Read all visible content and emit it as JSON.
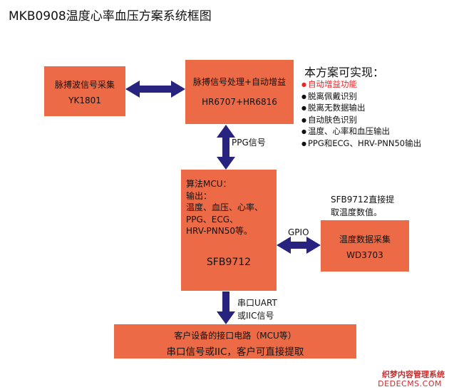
{
  "title": "MKB0908温度心率血压方案系统框图",
  "boxes": {
    "sensor": {
      "line1": "脉搏波信号采集",
      "line2": "YK1801"
    },
    "processing": {
      "line1": "脉搏信号处理+自动增益",
      "line2": "HR6707+HR6816"
    },
    "mcu": {
      "lines": [
        "算法MCU：",
        "输出：",
        "温度、血压、心率、",
        "PPG、ECG、",
        "HRV-PNN50等。"
      ],
      "chip": "SFB9712"
    },
    "temperature": {
      "line1": "温度数据采集",
      "line2": "WD3703"
    },
    "interface": {
      "line1": "客户设备的接口电路（MCU等）",
      "line2": "串口信号或IIC，客户可直接提取"
    }
  },
  "labels": {
    "ppg": "PPG信号",
    "gpio": "GPIO",
    "sfb_note_1": "SFB9712直接提",
    "sfb_note_2": "取温度数值。",
    "uart_1": "串口UART",
    "uart_2": "或IIC信号"
  },
  "features": {
    "title": "本方案可实现：",
    "items": [
      {
        "text": "自动增益功能",
        "highlight": true
      },
      {
        "text": "脱离佩戴识别",
        "highlight": false
      },
      {
        "text": "脱离无数据输出",
        "highlight": false
      },
      {
        "text": "自动肤色识别",
        "highlight": false
      },
      {
        "text": "温度、心率和血压输出",
        "highlight": false
      },
      {
        "text": "PPG和ECG、HRV-PNN50输出",
        "highlight": false
      }
    ]
  },
  "watermark": {
    "line1": "织梦内容管理系统",
    "line2": "DEDECMS.COM"
  },
  "colors": {
    "box": "#ec6a45",
    "arrow": "#27237f",
    "highlight": "#e8272a"
  }
}
